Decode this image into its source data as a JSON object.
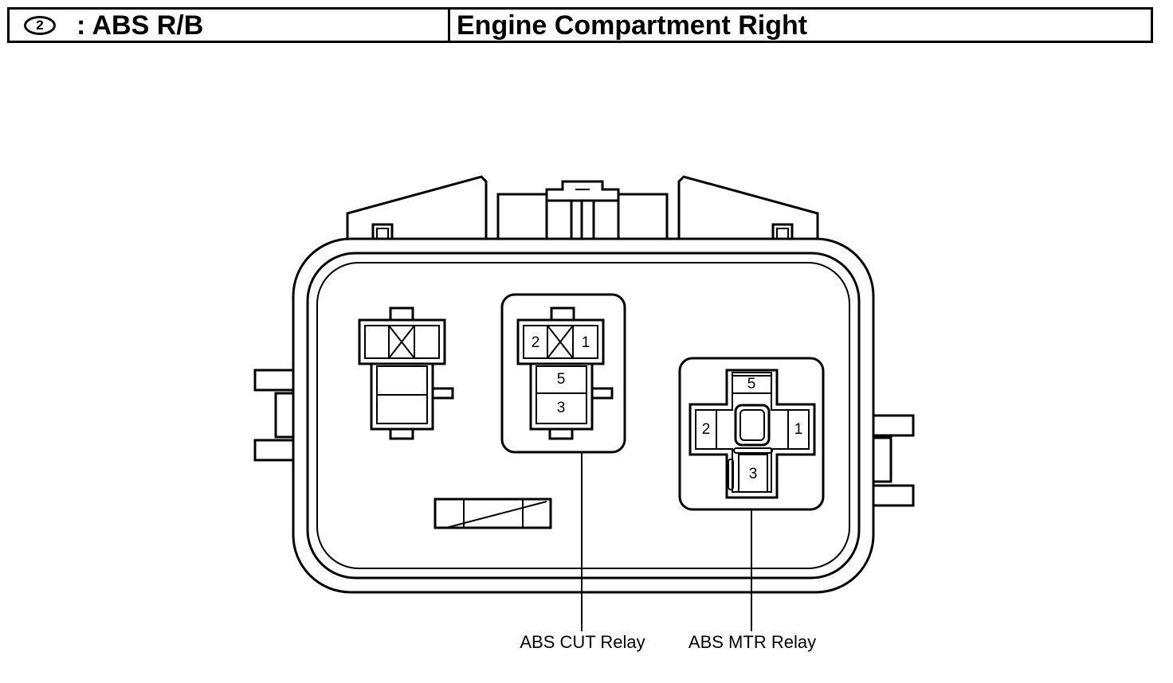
{
  "header": {
    "badge_number": "2",
    "connector_name": ": ABS R/B",
    "location": "Engine Compartment Right"
  },
  "relays": {
    "cut": {
      "label": "ABS CUT Relay",
      "pins": {
        "top_left": "2",
        "top_right": "1",
        "middle": "5",
        "bottom": "3"
      }
    },
    "mtr": {
      "label": "ABS MTR Relay",
      "pins": {
        "top": "5",
        "left": "2",
        "right": "1",
        "bottom": "3"
      }
    }
  }
}
